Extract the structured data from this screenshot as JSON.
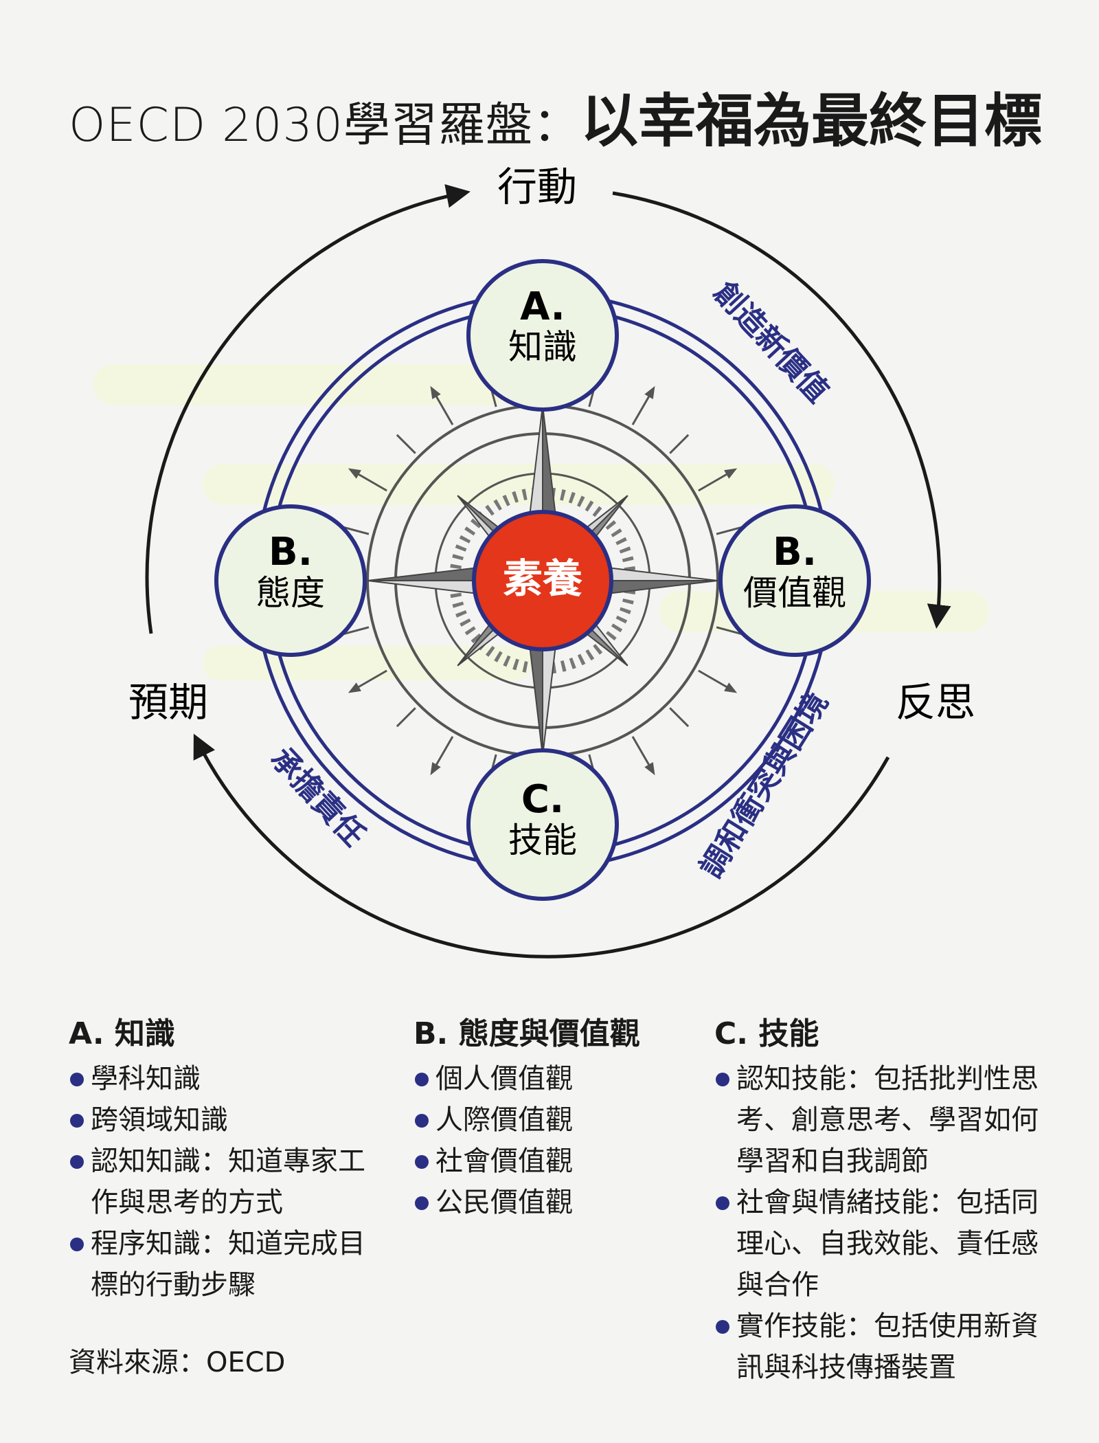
{
  "title": {
    "prefix": "OECD 2030學習羅盤：",
    "main": "以幸福為最終目標"
  },
  "cycle": {
    "top": "行動",
    "right": "反思",
    "left": "預期"
  },
  "arc_labels": {
    "top_right": "創造新價值",
    "bottom_right": "調和衝突與困境",
    "bottom_left": "承擔責任"
  },
  "nodes": {
    "top": {
      "letter": "A.",
      "name": "知識"
    },
    "left": {
      "letter": "B.",
      "name": "態度"
    },
    "right": {
      "letter": "B.",
      "name": "價值觀"
    },
    "bottom": {
      "letter": "C.",
      "name": "技能"
    }
  },
  "center": {
    "label": "素養"
  },
  "colors": {
    "navy": "#2a2f84",
    "center_red": "#e3361a",
    "node_fill": "#eef4e4",
    "highlight": "#f3f7df"
  },
  "columns": [
    {
      "heading": "A. 知識",
      "items": [
        "學科知識",
        "跨領域知識",
        "認知知識：知道專家工作與思考的方式",
        "程序知識：知道完成目標的行動步驟"
      ]
    },
    {
      "heading": "B. 態度與價值觀",
      "items": [
        "個人價值觀",
        "人際價值觀",
        "社會價值觀",
        "公民價值觀"
      ]
    },
    {
      "heading": "C. 技能",
      "items": [
        "認知技能：包括批判性思考、創意思考、學習如何學習和自我調節",
        "社會與情緒技能：包括同理心、自我效能、責任感與合作",
        "實作技能：包括使用新資訊與科技傳播裝置"
      ]
    }
  ],
  "source": "資料來源：OECD"
}
